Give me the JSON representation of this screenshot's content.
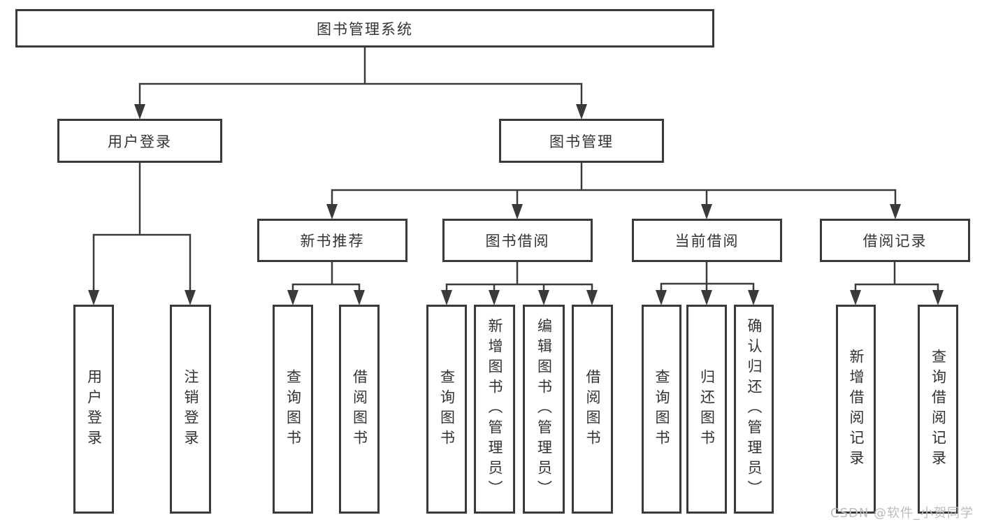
{
  "diagram": {
    "root": {
      "label": "图书管理系统"
    },
    "branches": [
      {
        "label": "用户登录",
        "children": [
          "用户登录",
          "注销登录"
        ]
      },
      {
        "label": "图书管理",
        "groups": [
          {
            "label": "新书推荐",
            "children": [
              "查询图书",
              "借阅图书"
            ]
          },
          {
            "label": "图书借阅",
            "children": [
              "查询图书",
              "新增图书（管理员）",
              "编辑图书（管理员）",
              "借阅图书"
            ]
          },
          {
            "label": "当前借阅",
            "children": [
              "查询图书",
              "归还图书",
              "确认归还（管理员）"
            ]
          },
          {
            "label": "借阅记录",
            "children": [
              "新增借阅记录",
              "查询借阅记录"
            ]
          }
        ]
      }
    ]
  },
  "watermark": "CSDN @软件_小贺同学",
  "colors": {
    "line": "#3a3a3a",
    "border": "#3a3a3a",
    "text": "#333333",
    "watermark_text": "#bcbcbc",
    "background": "#ffffff"
  }
}
